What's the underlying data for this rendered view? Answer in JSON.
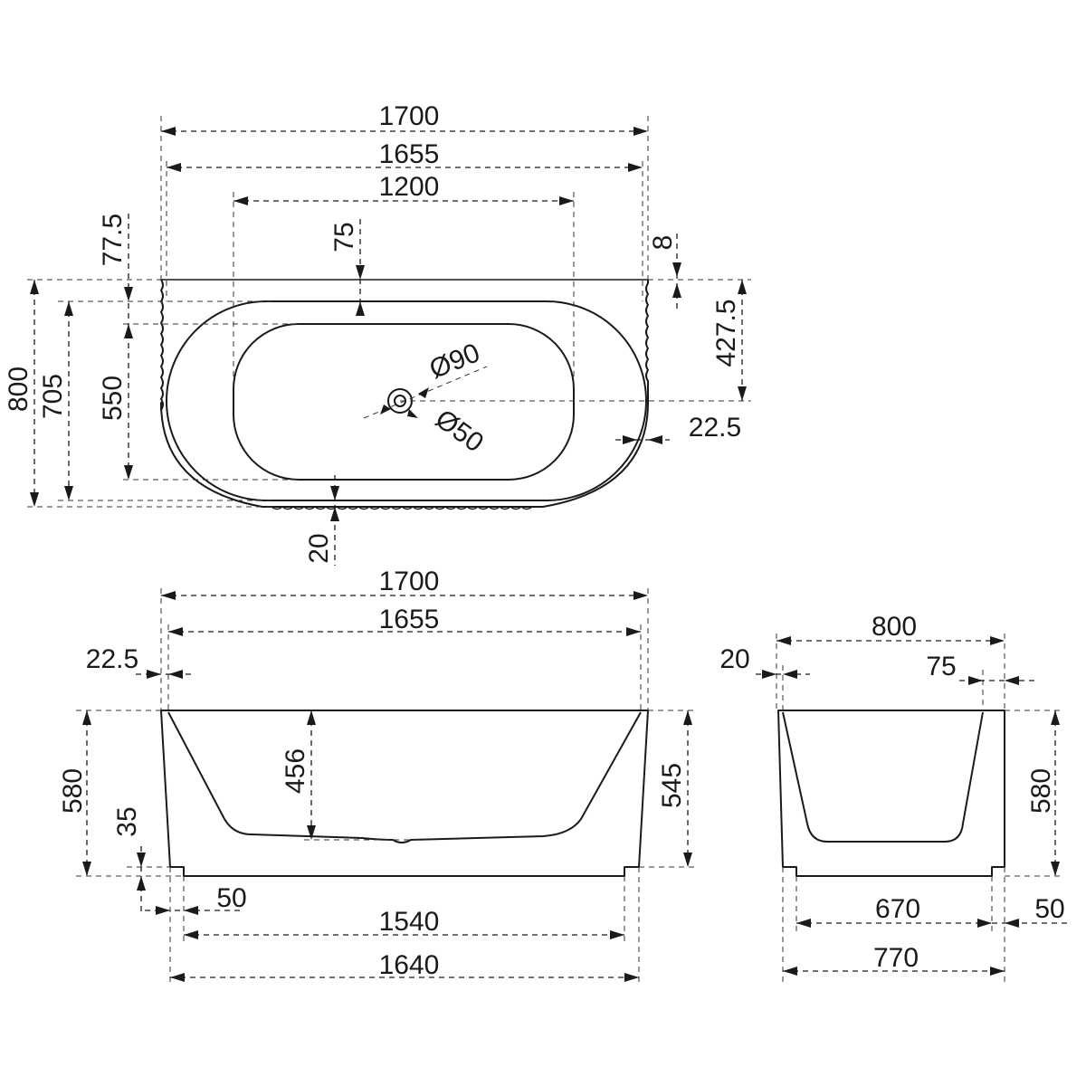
{
  "top_view": {
    "overall_length": "1700",
    "body_length": "1655",
    "inner_straight_length": "1200",
    "overall_width": "800",
    "rim_inner_width": "705",
    "basin_width": "550",
    "rim_offset": "77.5",
    "drain_offset": "75",
    "wall_step": "8",
    "drain_center_depth": "427.5",
    "drain_outer_diameter": "Ø90",
    "drain_inner_diameter": "Ø50",
    "fluting_depth": "22.5",
    "rim_thickness": "20"
  },
  "front_view": {
    "overall_length": "1700",
    "body_length": "1655",
    "side_offset": "22.5",
    "overall_height": "580",
    "inner_depth": "456",
    "body_height": "545",
    "plinth_height": "35",
    "plinth_inset": "50",
    "base_inner_length": "1540",
    "base_length": "1640"
  },
  "side_view": {
    "overall_width": "800",
    "rim_offset": "20",
    "back_wall": "75",
    "overall_height": "580",
    "base_inner_width": "670",
    "plinth_inset": "50",
    "base_width": "770"
  }
}
